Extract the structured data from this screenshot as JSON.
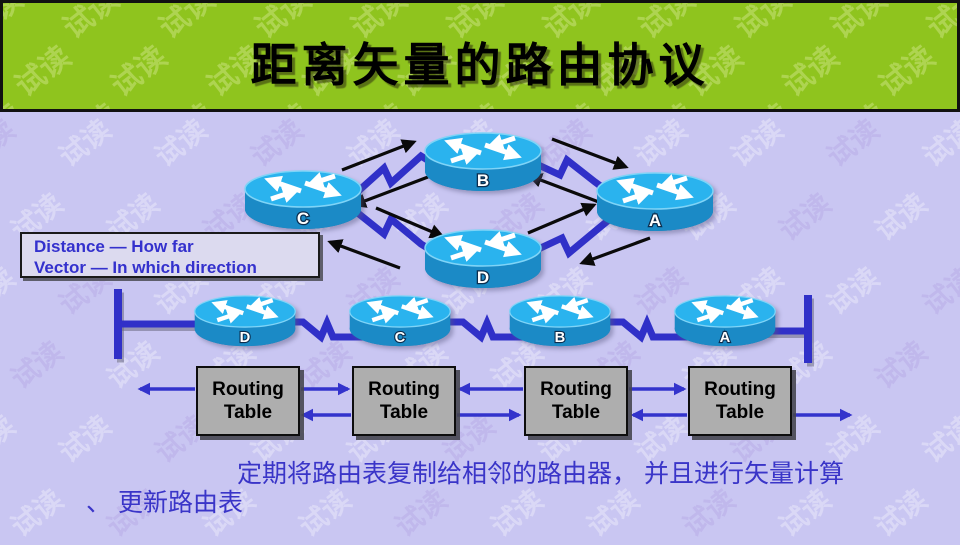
{
  "slide": {
    "title": "距离矢量的路由协议",
    "watermark_text": "试读"
  },
  "info_box": {
    "line1": "Distance — How far",
    "line2": "Vector — In which direction"
  },
  "diamond_routers": [
    {
      "label": "B"
    },
    {
      "label": "C"
    },
    {
      "label": "A"
    },
    {
      "label": "D"
    }
  ],
  "bus_routers": [
    {
      "label": "D"
    },
    {
      "label": "C"
    },
    {
      "label": "B"
    },
    {
      "label": "A"
    }
  ],
  "routing_tables": [
    {
      "line1": "Routing",
      "line2": "Table"
    },
    {
      "line1": "Routing",
      "line2": "Table"
    },
    {
      "line1": "Routing",
      "line2": "Table"
    },
    {
      "line1": "Routing",
      "line2": "Table"
    }
  ],
  "footer": {
    "line1": "定期将路由表复制给相邻的路由器， 并且进行矢量计算",
    "line2": "、 更新路由表"
  },
  "colors": {
    "header_green": "#8fc41e",
    "background_lavender": "#c9c6f2",
    "link_blue": "#3030c8",
    "arrow_blue": "#3333cc",
    "router_top_cyan": "#2ab3ee",
    "router_side_blue": "#1b8ac6",
    "table_gray": "#aeaeae",
    "info_text_blue": "#3431cd",
    "footer_text_blue": "#3a35c8"
  }
}
